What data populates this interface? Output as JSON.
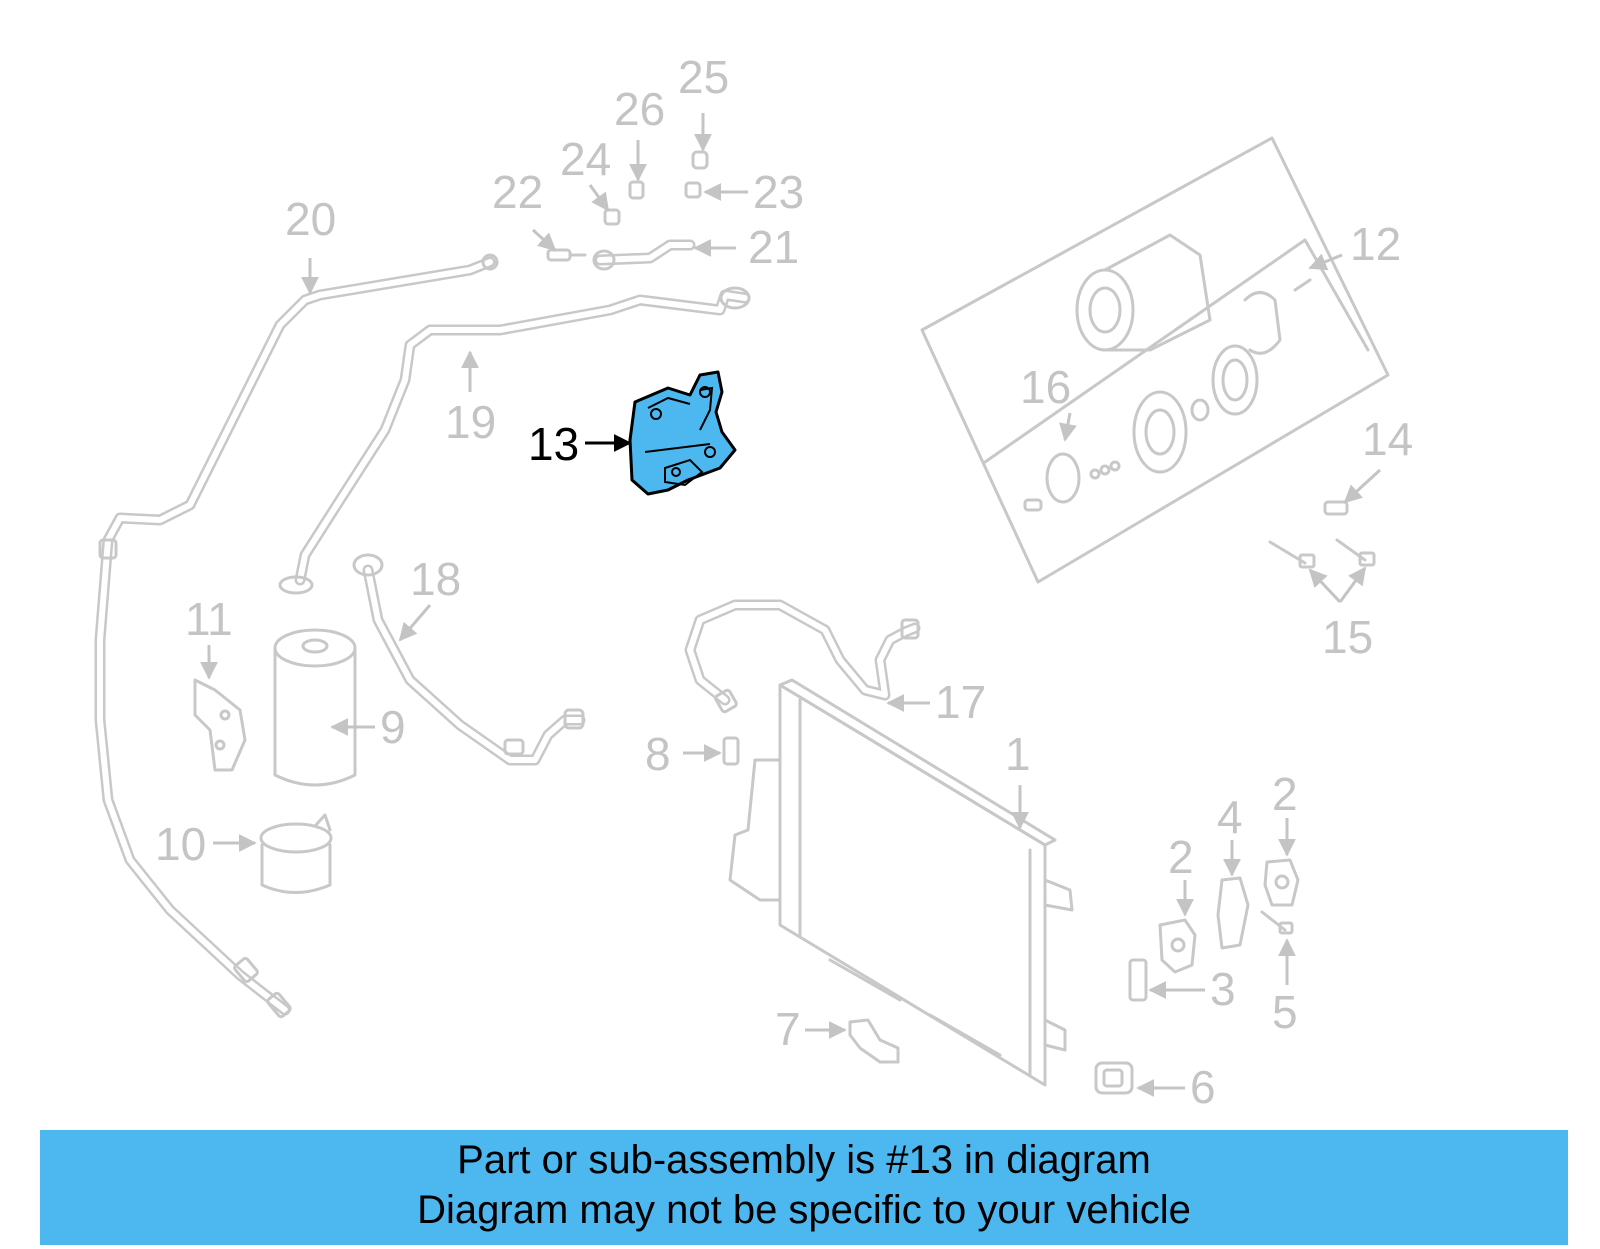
{
  "highlight": {
    "label": "13",
    "color": "#4db8f0"
  },
  "labels": [
    {
      "id": "1",
      "text": "1"
    },
    {
      "id": "2a",
      "text": "2"
    },
    {
      "id": "2b",
      "text": "2"
    },
    {
      "id": "3",
      "text": "3"
    },
    {
      "id": "4",
      "text": "4"
    },
    {
      "id": "5",
      "text": "5"
    },
    {
      "id": "6",
      "text": "6"
    },
    {
      "id": "7",
      "text": "7"
    },
    {
      "id": "8",
      "text": "8"
    },
    {
      "id": "9",
      "text": "9"
    },
    {
      "id": "10",
      "text": "10"
    },
    {
      "id": "11",
      "text": "11"
    },
    {
      "id": "12",
      "text": "12"
    },
    {
      "id": "13",
      "text": "13"
    },
    {
      "id": "14",
      "text": "14"
    },
    {
      "id": "15",
      "text": "15"
    },
    {
      "id": "16",
      "text": "16"
    },
    {
      "id": "17",
      "text": "17"
    },
    {
      "id": "18",
      "text": "18"
    },
    {
      "id": "19",
      "text": "19"
    },
    {
      "id": "20",
      "text": "20"
    },
    {
      "id": "21",
      "text": "21"
    },
    {
      "id": "22",
      "text": "22"
    },
    {
      "id": "23",
      "text": "23"
    },
    {
      "id": "24",
      "text": "24"
    },
    {
      "id": "25",
      "text": "25"
    },
    {
      "id": "26",
      "text": "26"
    }
  ],
  "banner": {
    "line1": "Part or sub-assembly is #13 in diagram",
    "line2": "Diagram may not be specific to your vehicle",
    "background": "#4db8f0"
  }
}
